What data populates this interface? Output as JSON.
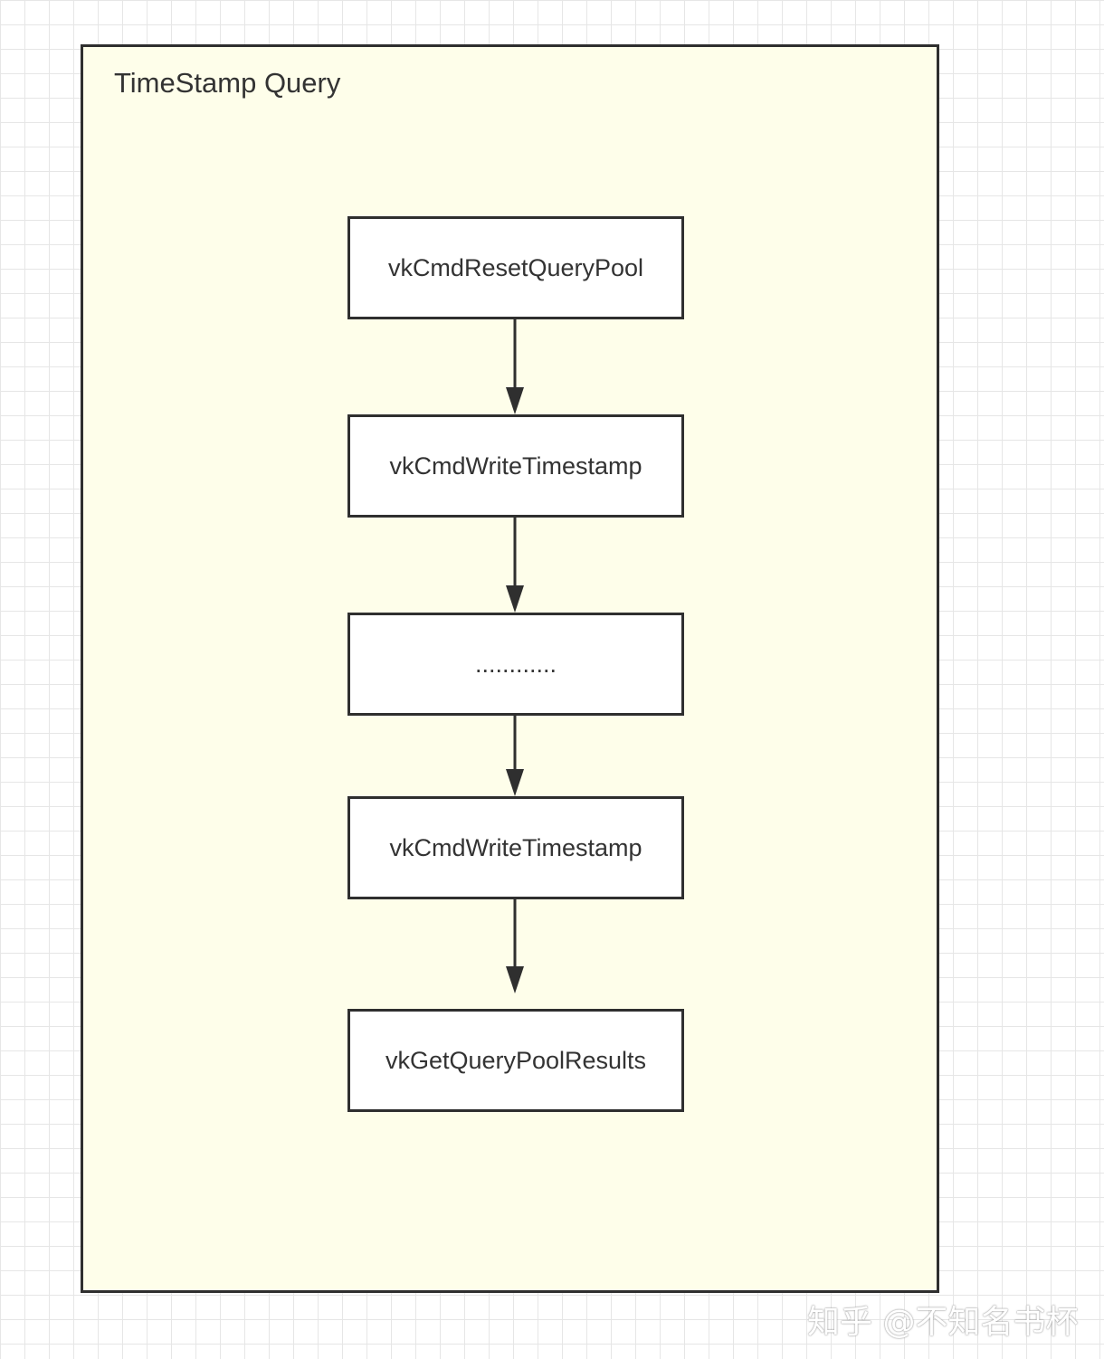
{
  "diagram": {
    "container_title": "TimeStamp Query",
    "nodes": [
      {
        "id": "n1",
        "label": "vkCmdResetQueryPool"
      },
      {
        "id": "n2",
        "label": "vkCmdWriteTimestamp"
      },
      {
        "id": "n3",
        "label": "............"
      },
      {
        "id": "n4",
        "label": "vkCmdWriteTimestamp"
      },
      {
        "id": "n5",
        "label": "vkGetQueryPoolResults"
      }
    ],
    "edges": [
      {
        "from": "n1",
        "to": "n2"
      },
      {
        "from": "n2",
        "to": "n3"
      },
      {
        "from": "n3",
        "to": "n4"
      },
      {
        "from": "n4",
        "to": "n5"
      }
    ]
  },
  "watermark": "知乎 @不知名书杯",
  "colors": {
    "container_fill": "#fefeea",
    "node_fill": "#ffffff",
    "stroke": "#2f2f2f",
    "text": "#333333"
  }
}
